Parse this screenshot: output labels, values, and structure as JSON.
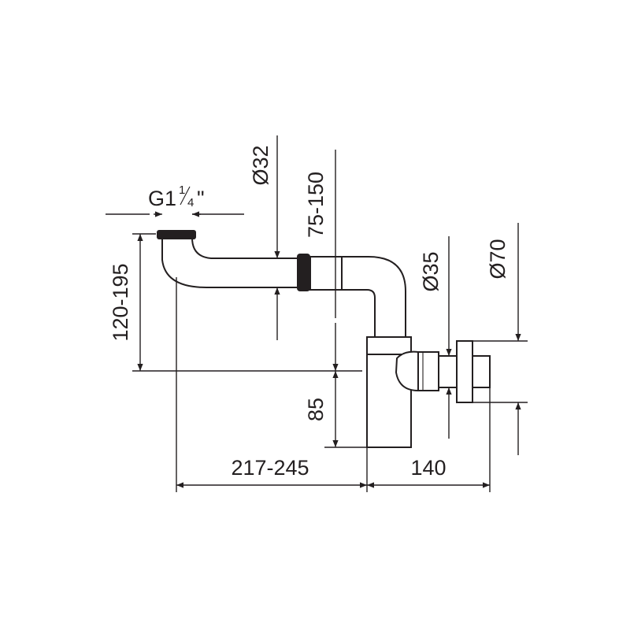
{
  "dimensions": {
    "thread": "G1",
    "thread_frac_num": "1",
    "thread_frac_den": "4",
    "thread_quote": "\"",
    "height_inlet": "120-195",
    "dia_32": "Ø32",
    "adjust_75_150": "75-150",
    "dia_35": "Ø35",
    "dia_70": "Ø70",
    "height_85": "85",
    "length_217_245": "217-245",
    "length_140": "140"
  }
}
